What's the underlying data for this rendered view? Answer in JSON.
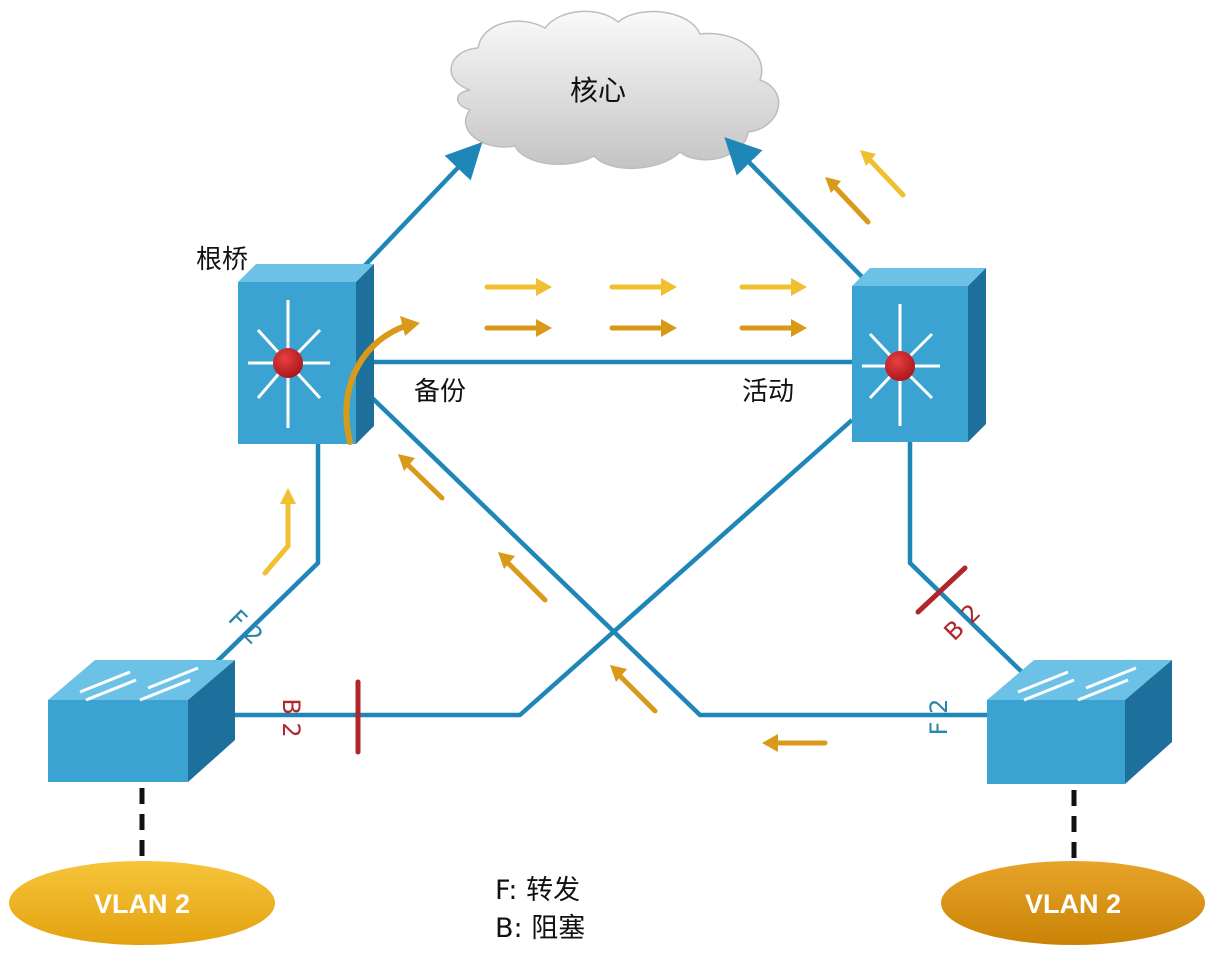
{
  "nodes": {
    "core": {
      "label": "核心"
    },
    "root_bridge": {
      "label": "根桥"
    },
    "left_l3_port_label": "备份",
    "right_l3_port_label": "活动",
    "left_vlan": {
      "label": "VLAN 2"
    },
    "right_vlan": {
      "label": "VLAN 2"
    }
  },
  "port_labels": {
    "left_uplink": "F 2",
    "left_cross": "B 2",
    "right_uplink": "B 2",
    "right_cross": "F 2"
  },
  "legend": {
    "forward": "F: 转发",
    "blocked": "B: 阻塞"
  },
  "colors": {
    "link": "#1f86b8",
    "switch_face": "#3aa3d2",
    "switch_dark": "#1d6f9c",
    "arrow_light": "#f0c030",
    "arrow_dark": "#d99a1a",
    "block_mark": "#b0262a",
    "vlan_light": "#f2b418",
    "vlan_dark": "#d6900f",
    "forward_label": "#2a86a8",
    "blocked_label": "#b0262a"
  }
}
